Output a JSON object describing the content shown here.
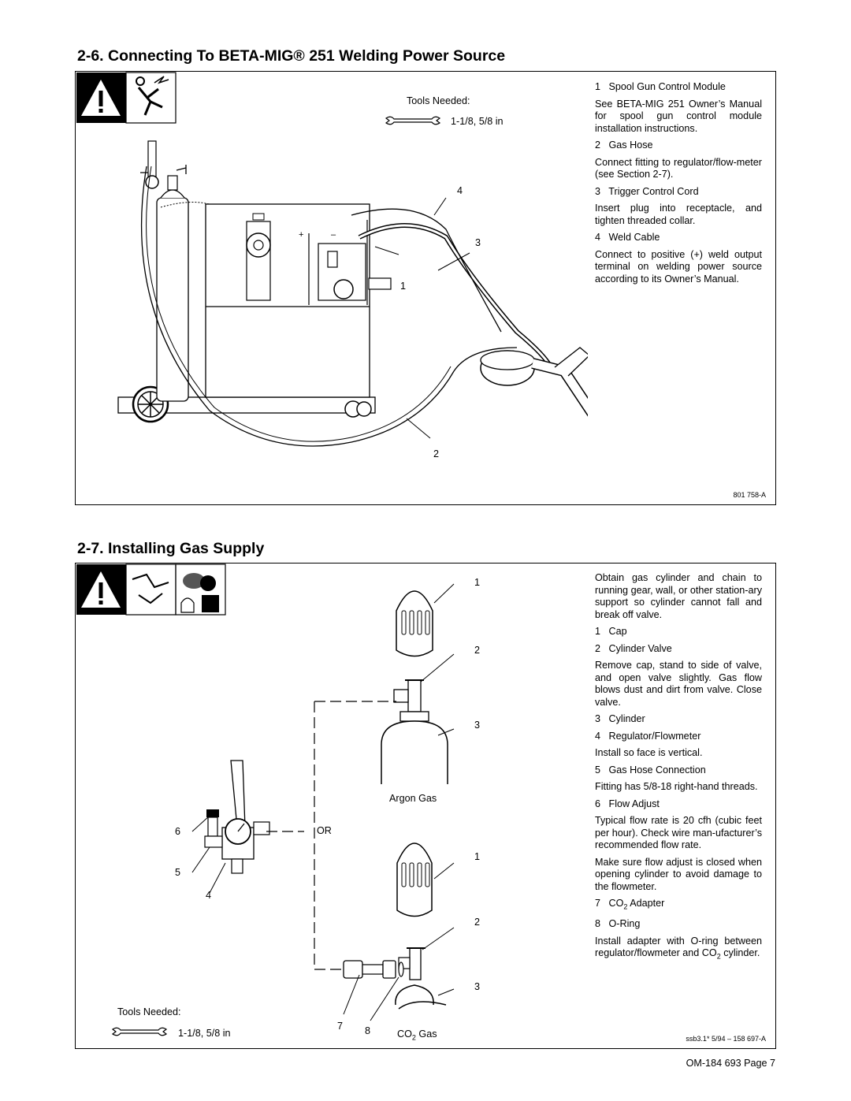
{
  "section1": {
    "heading": "2-6.   Connecting To BETA-MIG® 251 Welding Power Source",
    "tools_label": "Tools Needed:",
    "tools_sizes": "1-1/8, 5/8 in",
    "callouts": [
      "4",
      "3",
      "1",
      "2"
    ],
    "figure_id": "801 758-A",
    "items": [
      {
        "num": "1",
        "title": "Spool Gun Control Module",
        "text": "See BETA-MIG 251 Owner’s Manual for spool gun control module installation instructions."
      },
      {
        "num": "2",
        "title": "Gas Hose",
        "text": "Connect fitting to regulator/flow-meter (see Section 2-7)."
      },
      {
        "num": "3",
        "title": "Trigger Control Cord",
        "text": "Insert plug into receptacle, and tighten threaded collar."
      },
      {
        "num": "4",
        "title": "Weld Cable",
        "text": "Connect to positive (+) weld output terminal on welding power source according to its Owner’s Manual."
      }
    ]
  },
  "section2": {
    "heading": "2-7.   Installing Gas Supply",
    "intro": "Obtain gas cylinder and chain to running gear, wall, or other station-ary support so cylinder cannot fall and break off valve.",
    "item1": "Cap",
    "item2": "Cylinder Valve",
    "para2": "Remove cap, stand to side of valve, and open valve slightly. Gas flow blows dust and dirt from valve. Close valve.",
    "item3": "Cylinder",
    "item4": "Regulator/Flowmeter",
    "para4": "Install so face is vertical.",
    "item5": "Gas Hose Connection",
    "para5": "Fitting has 5/8-18 right-hand threads.",
    "item6": "Flow Adjust",
    "para6": "Typical flow rate is 20 cfh (cubic feet per hour). Check wire man-ufacturer’s recommended flow rate.",
    "para6b": "Make sure flow adjust is closed when opening cylinder to avoid damage to the flowmeter.",
    "item7": "Adapter",
    "item8": "O-Ring",
    "para8a": "Install adapter with O-ring between regulator/flowmeter and CO",
    "para8b": "cylinder.",
    "co": "CO",
    "sub2": "2",
    "argon_label": "Argon Gas",
    "co2_gas": "Gas",
    "or_label": "OR",
    "tools_label": "Tools Needed:",
    "tools_sizes": "1-1/8, 5/8 in",
    "figure_id": "ssb3.1* 5/94 – 158 697-A",
    "callouts": {
      "c1": "1",
      "c2": "2",
      "c3": "3",
      "c1b": "1",
      "c2b": "2",
      "c3b": "3",
      "c4": "4",
      "c5": "5",
      "c6": "6",
      "c7": "7",
      "c8": "8"
    }
  },
  "footer": "OM-184 693 Page 7"
}
